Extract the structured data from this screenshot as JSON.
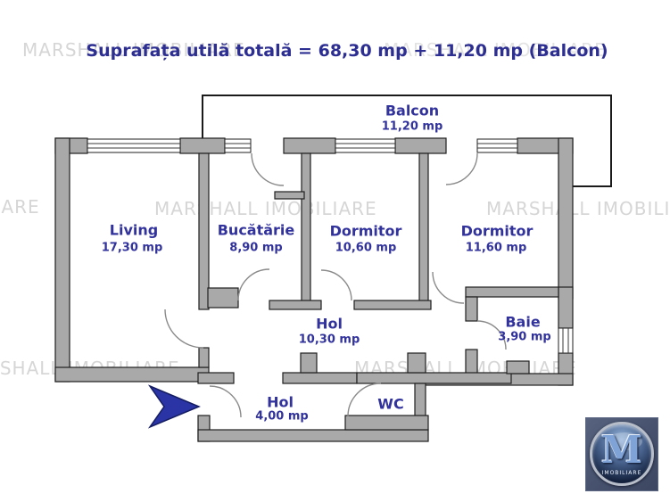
{
  "header": {
    "title": "Suprafața utilă totală = 68,30 mp + 11,20 mp (Balcon)"
  },
  "watermark": {
    "text": "MARSHALL IMOBILIARE"
  },
  "rooms": [
    {
      "id": "balcon",
      "name": "Balcon",
      "area": "11,20 mp"
    },
    {
      "id": "living",
      "name": "Living",
      "area": "17,30 mp"
    },
    {
      "id": "bucatarie",
      "name": "Bucătărie",
      "area": "8,90 mp"
    },
    {
      "id": "dormitor-1",
      "name": "Dormitor",
      "area": "10,60 mp"
    },
    {
      "id": "dormitor-2",
      "name": "Dormitor",
      "area": "11,60 mp"
    },
    {
      "id": "hol-1",
      "name": "Hol",
      "area": "10,30 mp"
    },
    {
      "id": "baie",
      "name": "Baie",
      "area": "3,90 mp"
    },
    {
      "id": "hol-2",
      "name": "Hol",
      "area": "4,00 mp"
    },
    {
      "id": "wc",
      "name": "WC",
      "area": ""
    }
  ],
  "logo": {
    "letter": "M",
    "text": "IMOBILIARE"
  },
  "colors": {
    "label_navy": "#31329c",
    "title_navy": "#2d2e91",
    "wall_gray": "#a9a9a9",
    "watermark_gray": "#d6d6d6",
    "arrow_blue": "#2a34a4"
  }
}
